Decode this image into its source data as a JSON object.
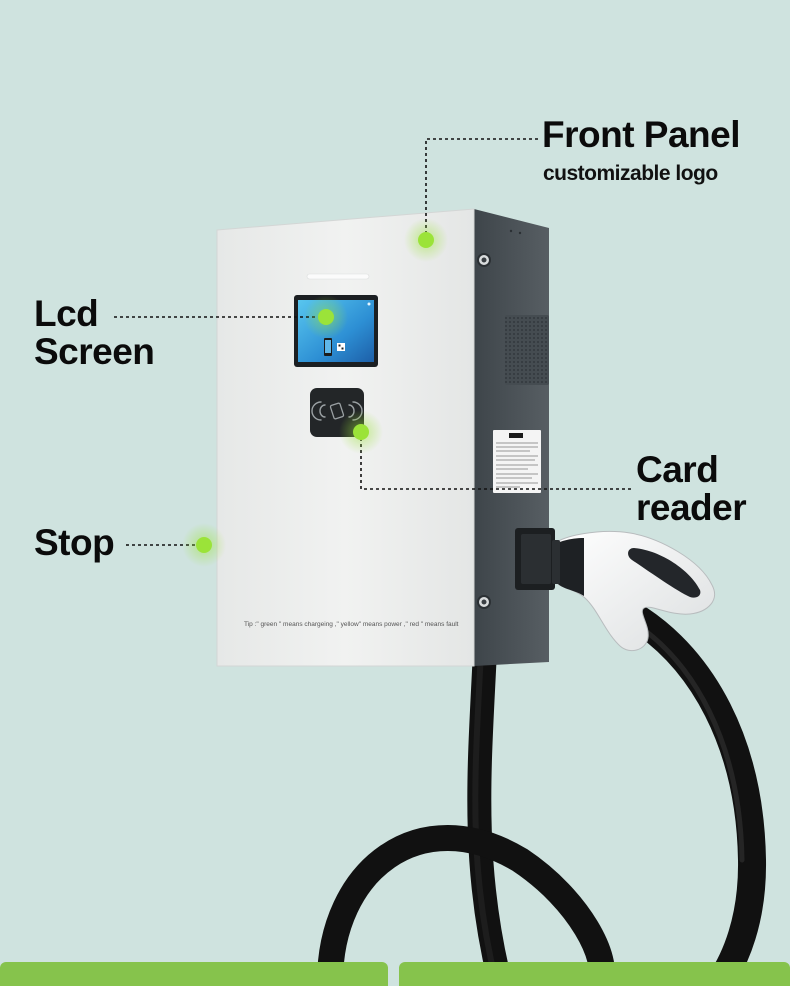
{
  "callouts": {
    "front_panel": {
      "title": "Front Panel",
      "subtitle": "customizable logo"
    },
    "lcd_screen": {
      "line1": "Lcd",
      "line2": "Screen"
    },
    "card_reader": {
      "line1": "Card",
      "line2": "reader"
    },
    "stop": {
      "title": "Stop"
    }
  },
  "panel_tip": "Tip :\" green \" means chargeing ,\" yellow\" means power ,\" red \" means fault",
  "colors": {
    "background": "#cfe3df",
    "marker": "#9be339",
    "accent_bar": "#86c34c",
    "panel_front": "#eceeed",
    "panel_side": "#4a5156"
  }
}
